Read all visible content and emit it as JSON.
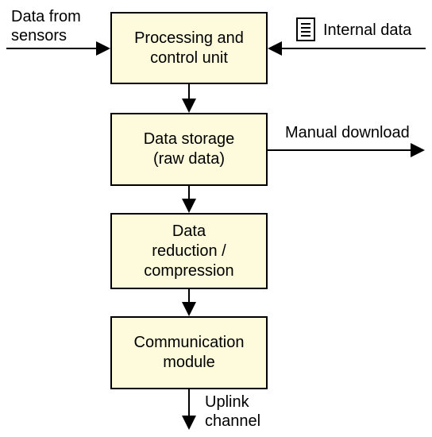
{
  "colors": {
    "box_fill": "#fdfbdc",
    "stroke": "#000000"
  },
  "boxes": {
    "processing": "Processing and\ncontrol unit",
    "storage": "Data storage\n(raw data)",
    "reduction": "Data\nreduction /\ncompression",
    "communication": "Communication\nmodule"
  },
  "labels": {
    "sensors": "Data from\nsensors",
    "internal": "Internal data",
    "manual": "Manual download",
    "uplink": "Uplink\nchannel"
  },
  "icons": {
    "internal": "document-icon"
  }
}
